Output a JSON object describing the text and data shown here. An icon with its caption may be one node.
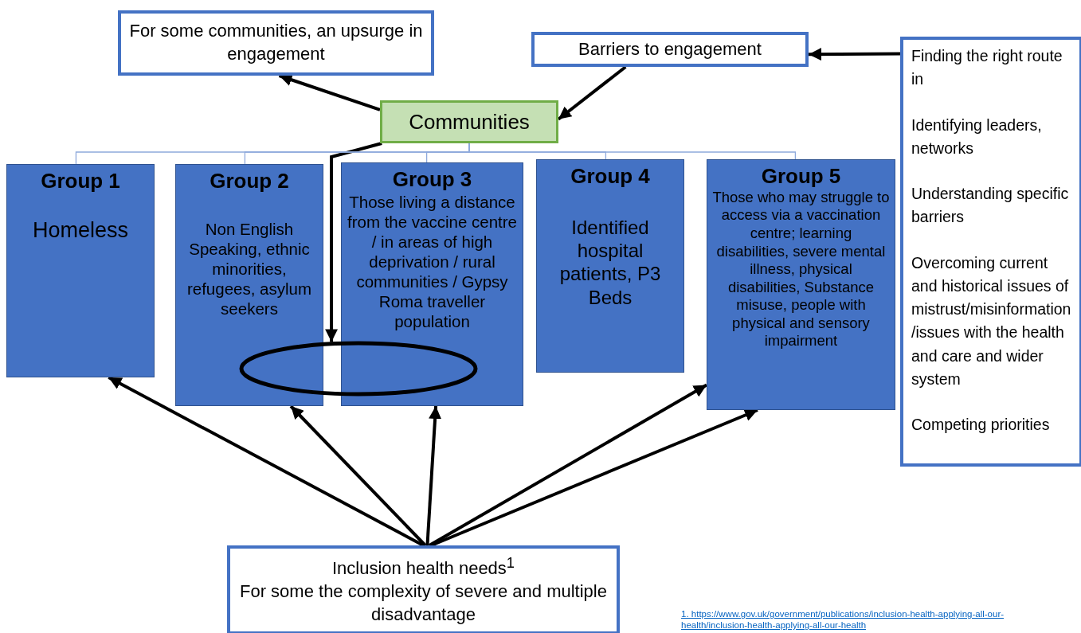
{
  "diagram": {
    "nodes": [
      {
        "text": [
          "For some communities, an upsurge in engagement"
        ]
      },
      {
        "text": [
          "Barriers to engagement"
        ]
      },
      {
        "text": [
          "Finding the right route in",
          "Identifying leaders, networks",
          "Understanding specific barriers",
          "Overcoming current and historical issues of mistrust/misinformation/issues with the health and care and wider system",
          "Competing priorities"
        ]
      },
      {
        "text": [
          "Communities"
        ]
      },
      {
        "text": [
          "Group 1",
          "Homeless"
        ]
      },
      {
        "text": [
          "Group 2",
          "Non English Speaking, ethnic minorities, refugees, asylum seekers"
        ]
      },
      {
        "text": [
          "Group 3",
          "Those living a distance from the vaccine centre / in areas of high deprivation / rural communities / Gypsy Roma traveller population"
        ]
      },
      {
        "text": [
          "Group 4",
          "Identified hospital patients, P3 Beds"
        ]
      },
      {
        "text": [
          "Group 5",
          "Those who may struggle to access via a vaccination centre; learning disabilities, severe mental illness, physical disabilities, Substance misuse, people with physical and sensory impairment"
        ]
      },
      {
        "text": [],
        "shape": "ellipse"
      },
      {
        "text": [
          "Inclusion health needs$^{1}$",
          "For some the complexity of severe and multiple disadvantage"
        ]
      }
    ],
    "edges": [
      {
        "from": 3,
        "to": 0,
        "arrow": "to"
      },
      {
        "from": 1,
        "to": 3,
        "arrow": "to"
      },
      {
        "from": 2,
        "to": 1,
        "arrow": "to"
      },
      {
        "from": 3,
        "to": 9,
        "arrow": "to"
      },
      {
        "from": 3,
        "to": 4,
        "arrow": "none",
        "color": "#8faadc"
      },
      {
        "from": 3,
        "to": 5,
        "arrow": "none",
        "color": "#8faadc"
      },
      {
        "from": 3,
        "to": 6,
        "arrow": "none",
        "color": "#8faadc"
      },
      {
        "from": 3,
        "to": 7,
        "arrow": "none",
        "color": "#8faadc"
      },
      {
        "from": 3,
        "to": 8,
        "arrow": "none",
        "color": "#8faadc"
      },
      {
        "from": 10,
        "to": 4,
        "arrow": "to"
      },
      {
        "from": 10,
        "to": 5,
        "arrow": "to"
      },
      {
        "from": 10,
        "to": 6,
        "arrow": "to"
      },
      {
        "from": 10,
        "to": 8,
        "arrow": "to"
      },
      {
        "from": 10,
        "to": 8,
        "arrow": "to"
      }
    ],
    "labels": [
      "1. https://www.gov.uk/government/publications/inclusion-health-applying-all-our-health/inclusion-health-applying-all-our-health"
    ]
  }
}
